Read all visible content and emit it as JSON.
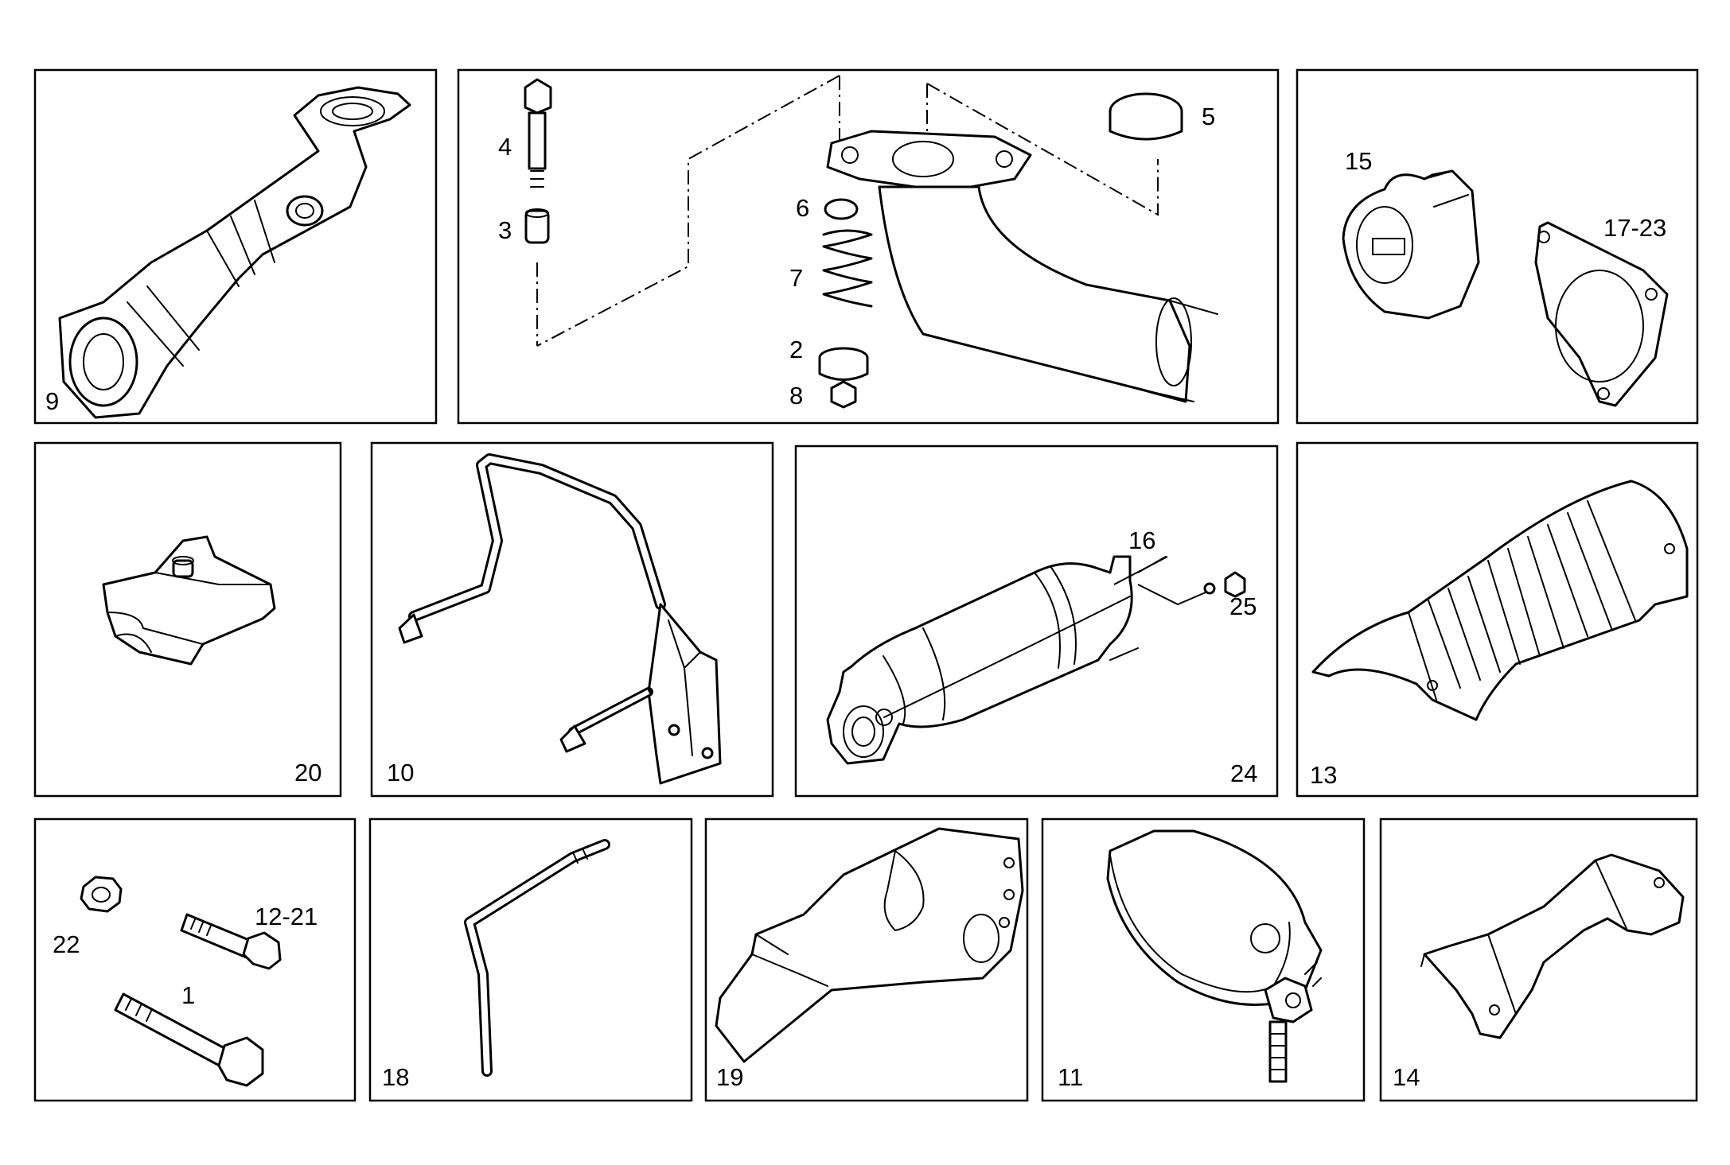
{
  "panels": [
    {
      "label": "9"
    },
    {
      "labels": [
        "4",
        "3",
        "6",
        "7",
        "2",
        "8",
        "5"
      ]
    },
    {
      "labels": [
        "15",
        "17-23"
      ]
    },
    {
      "label": "20"
    },
    {
      "label": "10"
    },
    {
      "labels": [
        "16",
        "25",
        "24"
      ]
    },
    {
      "label": "13"
    },
    {
      "labels": [
        "22",
        "12-21",
        "1"
      ]
    },
    {
      "label": "18"
    },
    {
      "label": "19"
    },
    {
      "label": "11"
    },
    {
      "label": "14"
    }
  ]
}
